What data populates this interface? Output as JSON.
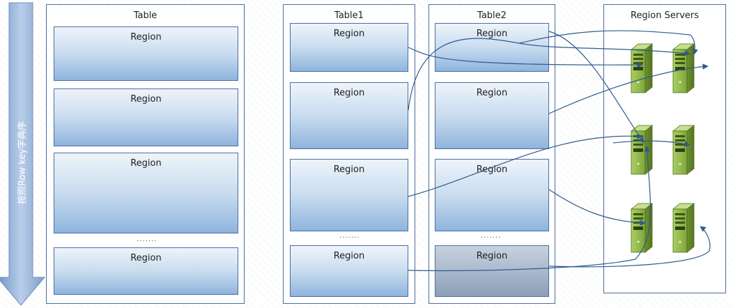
{
  "direction_label": "按照Row key字典序",
  "table": {
    "title": "Table",
    "regions": [
      "Region",
      "Region",
      "Region"
    ],
    "ellipsis": ".......",
    "last_region": "Region"
  },
  "table1": {
    "title": "Table1",
    "regions": [
      "Region",
      "Region",
      "Region"
    ],
    "ellipsis": ".......",
    "last_region": "Region"
  },
  "table2": {
    "title": "Table2",
    "regions": [
      "Region",
      "Region",
      "Region"
    ],
    "ellipsis": ".......",
    "last_region": "Region"
  },
  "servers": {
    "title": "Region Servers"
  },
  "colors": {
    "border": "#4a6d9e",
    "arrow": "#2e5a8f",
    "server_green": "#8fb64a",
    "down_arrow": "#8fb0d8"
  }
}
